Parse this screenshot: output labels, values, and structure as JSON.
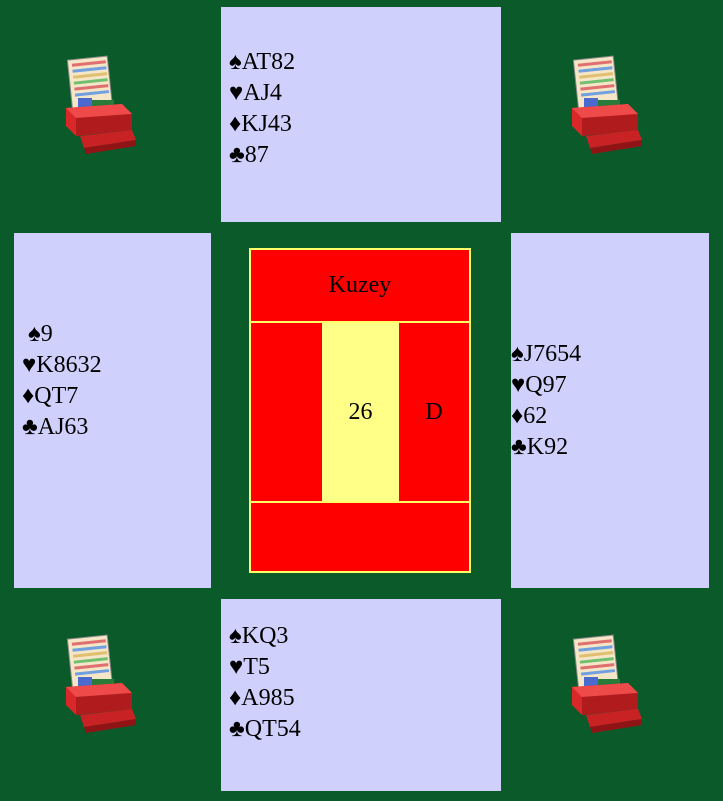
{
  "board": {
    "dealer_player": "Kuzey",
    "board_number": "26",
    "dealer_marker": "D"
  },
  "hands": {
    "north": {
      "spades": "AT82",
      "hearts": "AJ4",
      "diamonds": "KJ43",
      "clubs": "87"
    },
    "west": {
      "spades": "9",
      "hearts": "K8632",
      "diamonds": "QT7",
      "clubs": "AJ63"
    },
    "east": {
      "spades": "J7654",
      "hearts": "Q97",
      "diamonds": "62",
      "clubs": "K92"
    },
    "south": {
      "spades": "KQ3",
      "hearts": "T5",
      "diamonds": "A985",
      "clubs": "QT54"
    }
  },
  "suit_symbols": {
    "spades": "♠",
    "hearts": "♥",
    "diamonds": "♦",
    "clubs": "♣"
  },
  "icons": {
    "bidding_box": "bidding-box-icon"
  },
  "colors": {
    "table_felt": "#0b5a2a",
    "hand_panel": "#d0d0fc",
    "board_red": "#ff0000",
    "board_yellow": "#ffff88"
  }
}
